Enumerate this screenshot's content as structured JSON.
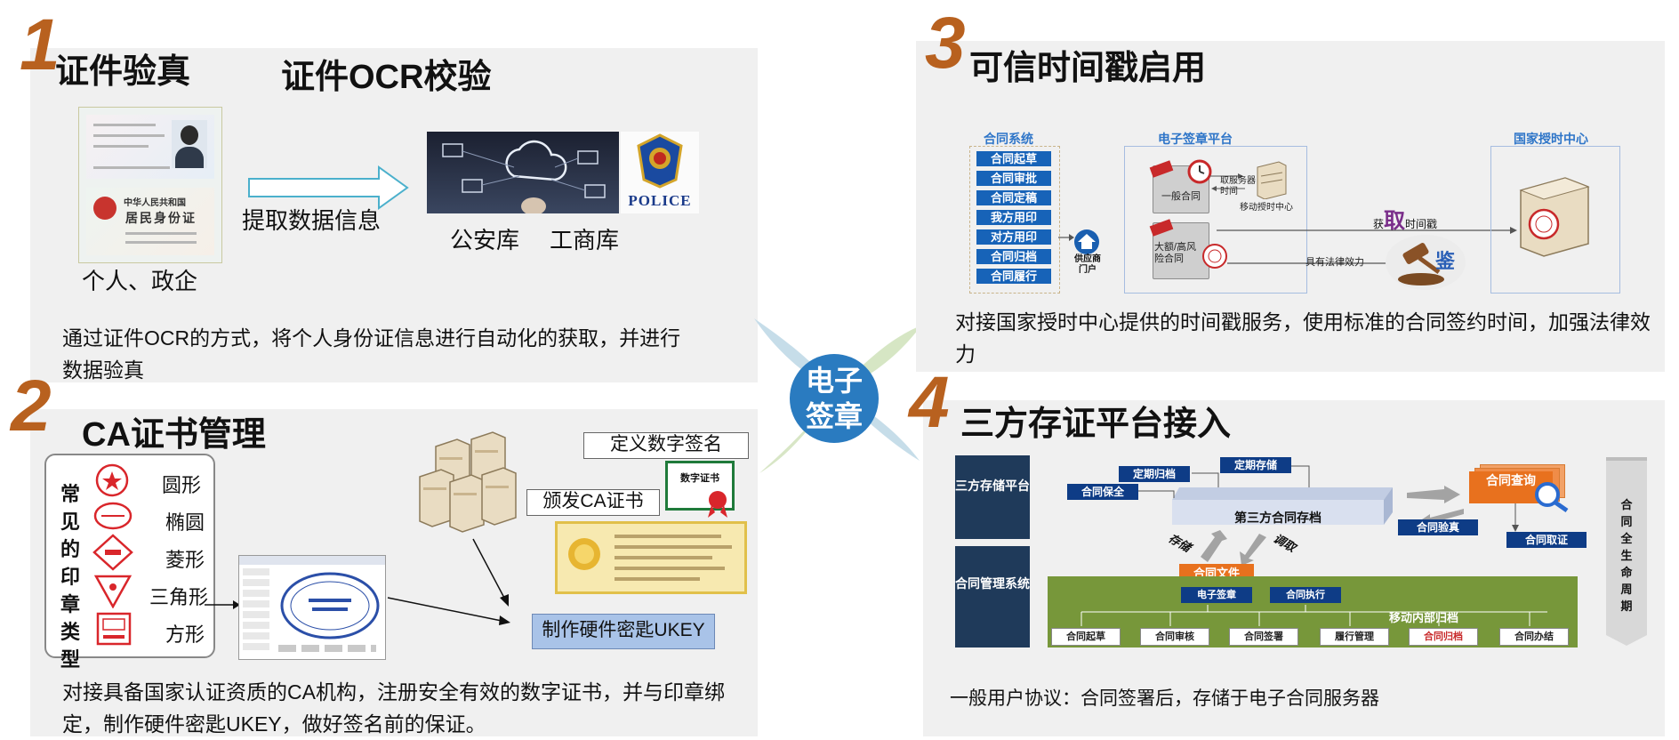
{
  "center": {
    "line1": "电子",
    "line2": "签章",
    "color": "#2a7bc0"
  },
  "s1": {
    "number": "1",
    "title": "证件验真",
    "subtitle": "证件OCR校验",
    "extract_label": "提取数据信息",
    "person_label": "个人、政企",
    "db_label": "公安库",
    "biz_label": "工商库",
    "police_text": "POLICE",
    "id_title": "中华人民共和国",
    "id_subtitle": "居民身份证",
    "desc": "通过证件OCR的方式，将个人身份证信息进行自动化的获取，并进行数据验真"
  },
  "s2": {
    "number": "2",
    "title": "CA证书管理",
    "stamp_types_label": "常见的印章类型",
    "shapes": [
      "圆形",
      "椭圆",
      "菱形",
      "三角形",
      "方形"
    ],
    "sign_label": "定义数字签名",
    "cert_label": "颁发CA证书",
    "ukey_label": "制作硬件密匙UKEY",
    "cert_badge": "数字证书",
    "desc": "对接具备国家认证资质的CA机构，注册安全有效的数字证书，并与印章绑定，制作硬件密匙UKEY，做好签名前的保证。"
  },
  "s3": {
    "number": "3",
    "title": "可信时间戳启用",
    "col_contract": "合同系统",
    "col_platform": "电子签章平台",
    "col_center": "国家授时中心",
    "buttons": [
      "合同起草",
      "合同审批",
      "合同定稿",
      "我方用印",
      "对方用印",
      "合同归档",
      "合同履行"
    ],
    "portal": "供应商门户",
    "doc1": "一般合同",
    "doc2": "大额/高风险合同",
    "fetch_service": "取服务器时间",
    "mobile_center": "移动授时中心",
    "get_ts_prefix": "获",
    "get_ts_big": "取",
    "get_ts_suffix": "时间戳",
    "legal": "具有法律效力",
    "verify": "鉴",
    "desc": "对接国家授时中心提供的时间戳服务，使用标准的合同签约时间，加强法律效力"
  },
  "s4": {
    "number": "4",
    "title": "三方存证平台接入",
    "left_top": "三方存储平台",
    "left_bottom": "合同管理系统",
    "right_vertical": "合同全生命周期",
    "third_store": "第三方合同存档",
    "periodic_archive": "定期归档",
    "periodic_store": "定期存储",
    "contract_save": "合同保全",
    "contract_query": "合同查询",
    "contract_verify": "合同验真",
    "contract_obtain": "合同取证",
    "store_arrow": "存储",
    "fetch_arrow": "调取",
    "contract_file": "合同文件",
    "e_sign": "电子签章",
    "execute": "合同执行",
    "mobile_archive": "移动内部归档",
    "flow": [
      "合同起草",
      "合同审核",
      "合同签署",
      "履行管理",
      "合同归档",
      "合同办结"
    ],
    "desc": "一般用户协议：合同签署后，存储于电子合同服务器"
  }
}
